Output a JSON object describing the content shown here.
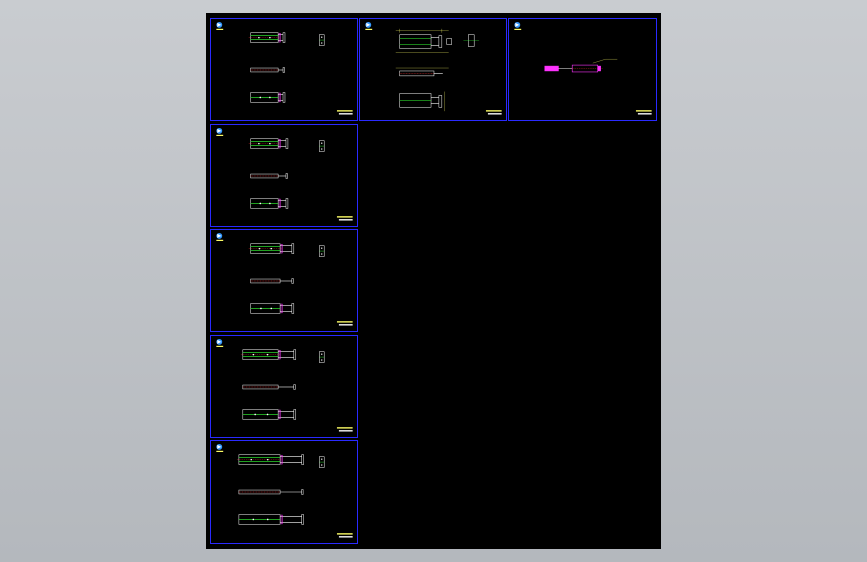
{
  "colors": {
    "background": "#b9bdc2",
    "canvas": "#000000",
    "frame": "#2a2aff",
    "outline": "#ffffff",
    "centerline": "#33ff33",
    "accent": "#ff33ff",
    "dimension": "#ffff66",
    "hidden": "#ff3333"
  },
  "logo_icon": "cad-logo-icon",
  "sheets": [
    {
      "id": "s1",
      "type": "cylinder-views",
      "title": "",
      "code": ""
    },
    {
      "id": "s2",
      "type": "dimensioned-detail",
      "title": "",
      "code": ""
    },
    {
      "id": "s3",
      "type": "single-part",
      "title": "",
      "code": ""
    },
    {
      "id": "s4",
      "type": "cylinder-views",
      "title": "",
      "code": ""
    },
    {
      "id": "s5",
      "type": "cylinder-views",
      "title": "",
      "code": ""
    },
    {
      "id": "s6",
      "type": "cylinder-views",
      "title": "",
      "code": ""
    },
    {
      "id": "s7",
      "type": "cylinder-views",
      "title": "",
      "code": ""
    }
  ]
}
